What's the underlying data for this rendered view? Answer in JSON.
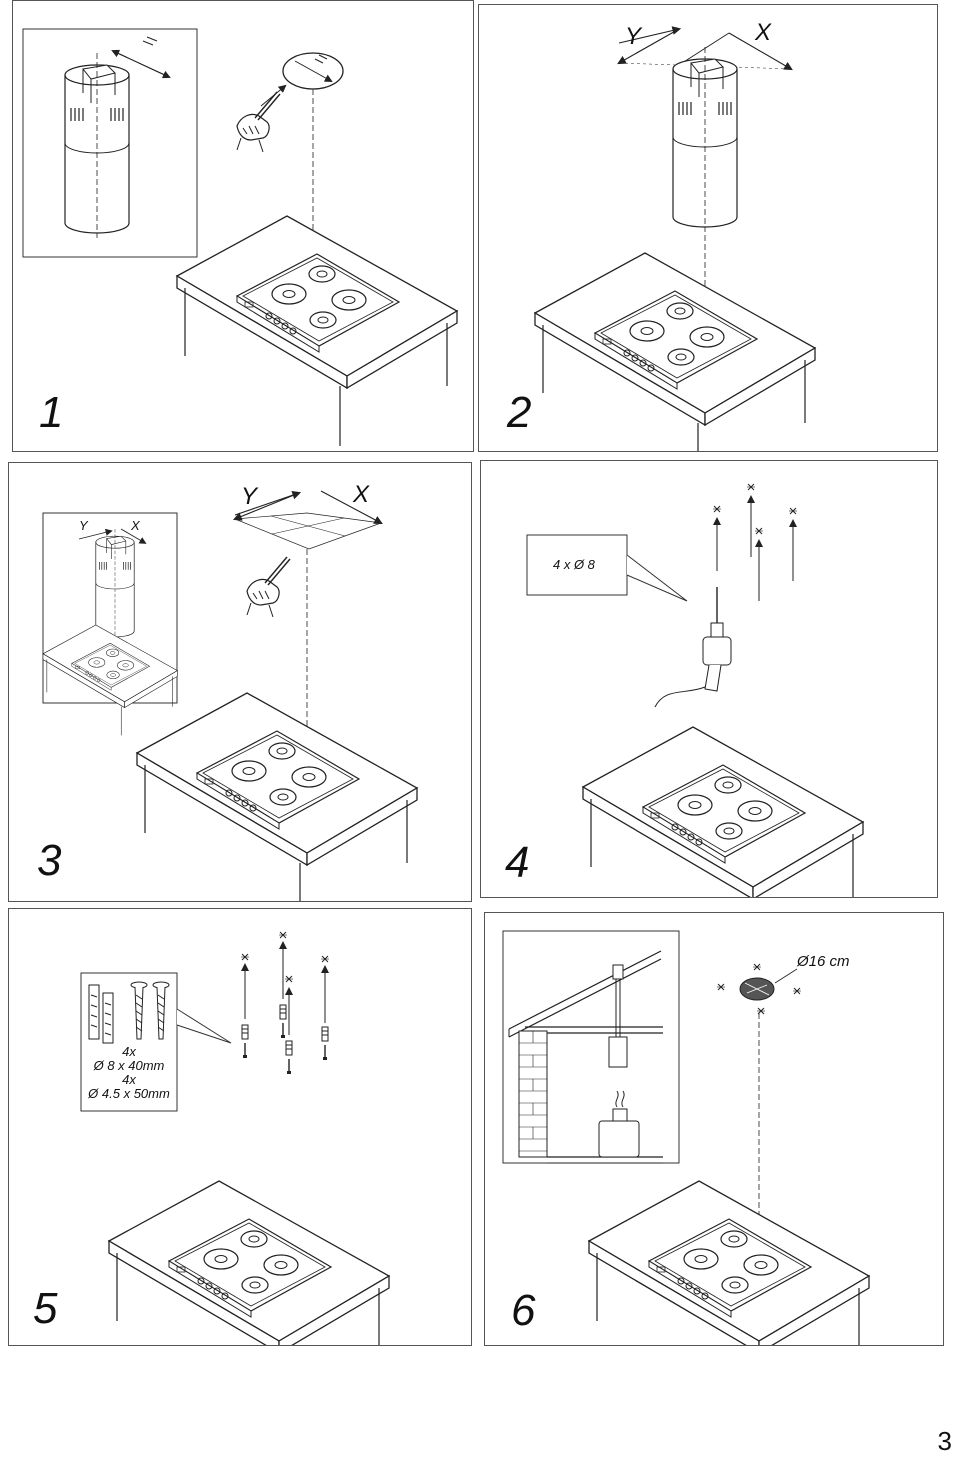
{
  "panels": [
    {
      "number": "1"
    },
    {
      "number": "2",
      "label_y": "Y",
      "label_x": "X"
    },
    {
      "number": "3",
      "label_y": "Y",
      "label_x": "X",
      "inset_label_y": "Y",
      "inset_label_x": "X"
    },
    {
      "number": "4",
      "drill_spec": "4 x Ø 8"
    },
    {
      "number": "5",
      "hardware": [
        "4x",
        "Ø 8 x 40mm",
        "4x",
        "Ø 4.5 x 50mm"
      ]
    },
    {
      "number": "6",
      "duct_diameter": "Ø16 cm"
    }
  ],
  "page_number": "3",
  "colors": {
    "line": "#222222",
    "fill_dark": "#555555",
    "paper": "#ffffff"
  },
  "icons": [
    "hand-pencil-icon",
    "drill-icon",
    "cooktop-icon",
    "range-hood-icon",
    "wall-plug-icon",
    "screw-icon",
    "house-section-icon"
  ]
}
